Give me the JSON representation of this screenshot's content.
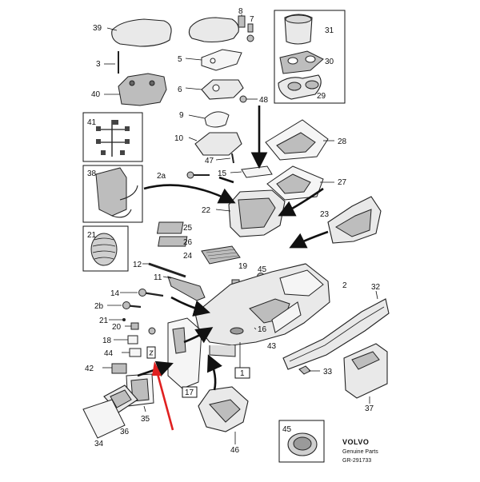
{
  "labels": {
    "p1": "1",
    "p2": "2",
    "p2a": "2a",
    "p2b": "2b",
    "p3": "3",
    "p5": "5",
    "p6": "6",
    "p7": "7",
    "p8": "8",
    "p9": "9",
    "p10": "10",
    "p11": "11",
    "p12": "12",
    "p14": "14",
    "p15": "15",
    "p16": "16",
    "p17": "17",
    "p18": "18",
    "p19": "19",
    "p20": "20",
    "p21a": "21",
    "p21b": "21",
    "p22": "22",
    "p23": "23",
    "p24": "24",
    "p25": "25",
    "p26": "26",
    "p27": "27",
    "p28": "28",
    "p29": "29",
    "p30": "30",
    "p31": "31",
    "p32": "32",
    "p33": "33",
    "p34": "34",
    "p35": "35",
    "p36": "36",
    "p37": "37",
    "p38": "38",
    "p39": "39",
    "p40": "40",
    "p41": "41",
    "p42": "42",
    "p43": "43",
    "p44": "44",
    "p45a": "45",
    "p45b": "45",
    "p46": "46",
    "p47": "47",
    "p48": "48"
  },
  "footer": {
    "brand": "VOLVO",
    "subtitle": "Genuine Parts",
    "code": "GR-291733"
  },
  "colors": {
    "pointer_arrow": "#e02020"
  }
}
